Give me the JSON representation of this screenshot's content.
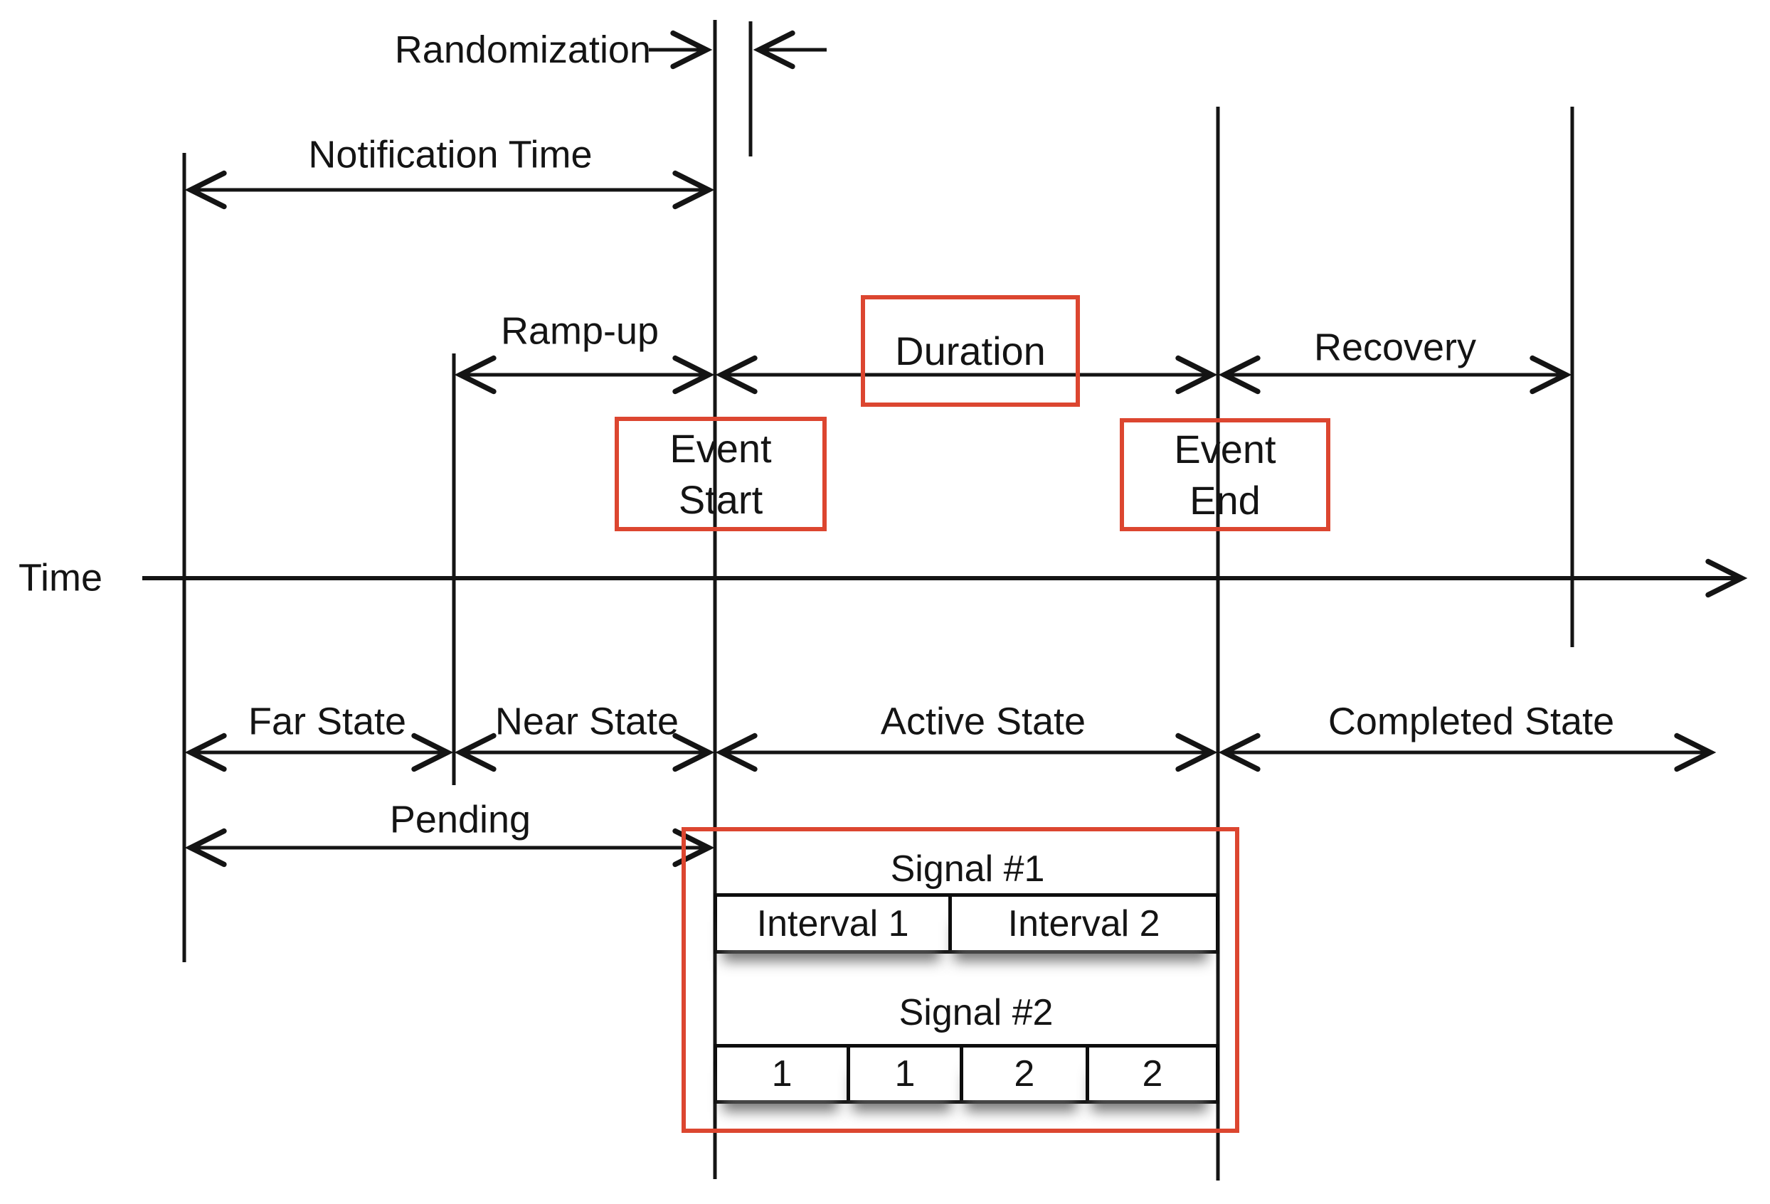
{
  "colors": {
    "accent_red": "#dc4630",
    "ink": "#141414"
  },
  "labels": {
    "time_axis": "Time",
    "randomization": "Randomization",
    "notification_time": "Notification Time",
    "ramp_up": "Ramp-up",
    "duration": "Duration",
    "recovery": "Recovery",
    "pending": "Pending",
    "event_start": {
      "line1": "Event",
      "line2": "Start"
    },
    "event_end": {
      "line1": "Event",
      "line2": "End"
    },
    "states": {
      "far": "Far State",
      "near": "Near State",
      "active": "Active State",
      "completed": "Completed State"
    }
  },
  "signals": {
    "signal1": {
      "title": "Signal #1",
      "intervals": [
        "Interval 1",
        "Interval 2"
      ]
    },
    "signal2": {
      "title": "Signal #2",
      "cells": [
        "1",
        "1",
        "2",
        "2"
      ]
    }
  }
}
